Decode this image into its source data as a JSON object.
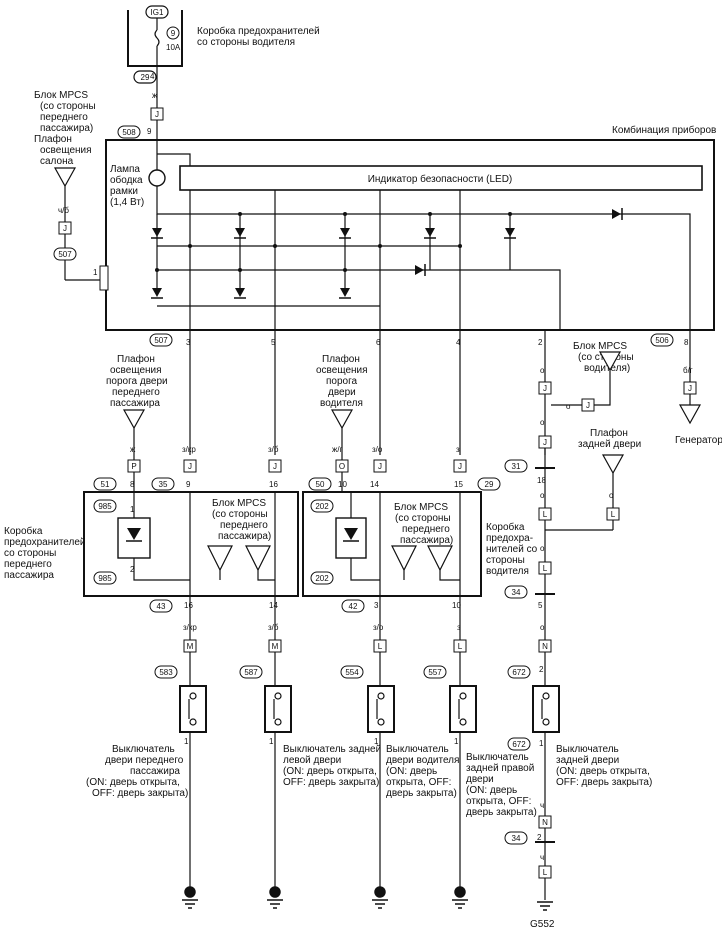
{
  "fuse_box": {
    "ig": "IG1",
    "fuse_no": "9",
    "rating": "10A",
    "conn": "29",
    "pin": "4",
    "label": [
      "Коробка предохранителей",
      "со стороны водителя"
    ]
  },
  "mpcs_passenger_left": [
    "Блок MPCS",
    "(со стороны",
    "переднего",
    "пассажира)"
  ],
  "dome_light": [
    "Плафон",
    "освещения",
    "салона"
  ],
  "cluster": {
    "title": "Комбинация приборов",
    "lamp": [
      "Лампа",
      "ободка",
      "рамки",
      "(1,4 Вт)"
    ],
    "indicator": "Индикатор безопасности (LED)",
    "conn_top": "508",
    "conn_left": "507",
    "conn_bottom_left": "507",
    "conn_bottom_right": "506"
  },
  "wire_colors": {
    "y": "ж",
    "lb": "ч/б",
    "gr_lw": "з/кр",
    "gr_w": "з/б",
    "yg": "ж/г",
    "go": "з/о",
    "g": "з",
    "o": "о",
    "bg": "б/г",
    "ch": "ч"
  },
  "connectors": {
    "J": "J",
    "P": "P",
    "O": "O",
    "L": "L",
    "M": "M",
    "N": "N",
    "c29": "29",
    "c31": "31",
    "c34": "34",
    "c35": "35",
    "c42": "42",
    "c43": "43",
    "c50": "50",
    "c51": "51",
    "c202": "202",
    "c985": "985",
    "c583": "583",
    "c587": "587",
    "c554": "554",
    "c557": "557",
    "c672": "672"
  },
  "pins": {
    "p1": "1",
    "p2": "2",
    "p3": "3",
    "p4": "4",
    "p5": "5",
    "p6": "6",
    "p8": "8",
    "p9": "9",
    "p10": "10",
    "p14": "14",
    "p15": "15",
    "p16": "16",
    "p18": "18"
  },
  "labels": {
    "pass_sill": [
      "Плафон",
      "освещения",
      "порога двери",
      "переднего",
      "пассажира"
    ],
    "drv_sill": [
      "Плафон",
      "освещения",
      "порога",
      "двери",
      "водителя"
    ],
    "mpcs_driver": [
      "Блок MPCS",
      "(со стороны",
      "водителя)"
    ],
    "rear_dome": [
      "Плафон",
      "задней двери"
    ],
    "generator": "Генератор",
    "pass_fuse_box": [
      "Коробка",
      "предохранителей",
      "со стороны",
      "переднего",
      "пассажира"
    ],
    "mpcs_in_pass": [
      "Блок MPCS",
      "(со стороны",
      "переднего",
      "пассажира)"
    ],
    "mpcs_in_drv": [
      "Блок MPCS",
      "(со стороны",
      "переднего",
      "пассажира)"
    ],
    "drv_fuse_box": [
      "Коробка",
      "предохра-",
      "нителей со",
      "стороны",
      "водителя"
    ],
    "sw1": [
      "Выключатель",
      "двери переднего",
      "пассажира",
      "(ON: дверь открыта,",
      "OFF: дверь закрыта)"
    ],
    "sw2": [
      "Выключатель задней",
      "левой двери",
      "(ON: дверь открыта,",
      "OFF: дверь закрыта)"
    ],
    "sw3": [
      "Выключатель",
      "двери водителя",
      "(ON: дверь",
      "открыта, OFF:",
      "дверь закрыта)"
    ],
    "sw4": [
      "Выключатель",
      "задней правой",
      "двери",
      "(ON: дверь",
      "открыта, OFF:",
      "дверь закрыта)"
    ],
    "sw5": [
      "Выключатель",
      "задней двери",
      "(ON: дверь открыта,",
      "OFF: дверь закрыта)"
    ],
    "ground": "G552"
  }
}
